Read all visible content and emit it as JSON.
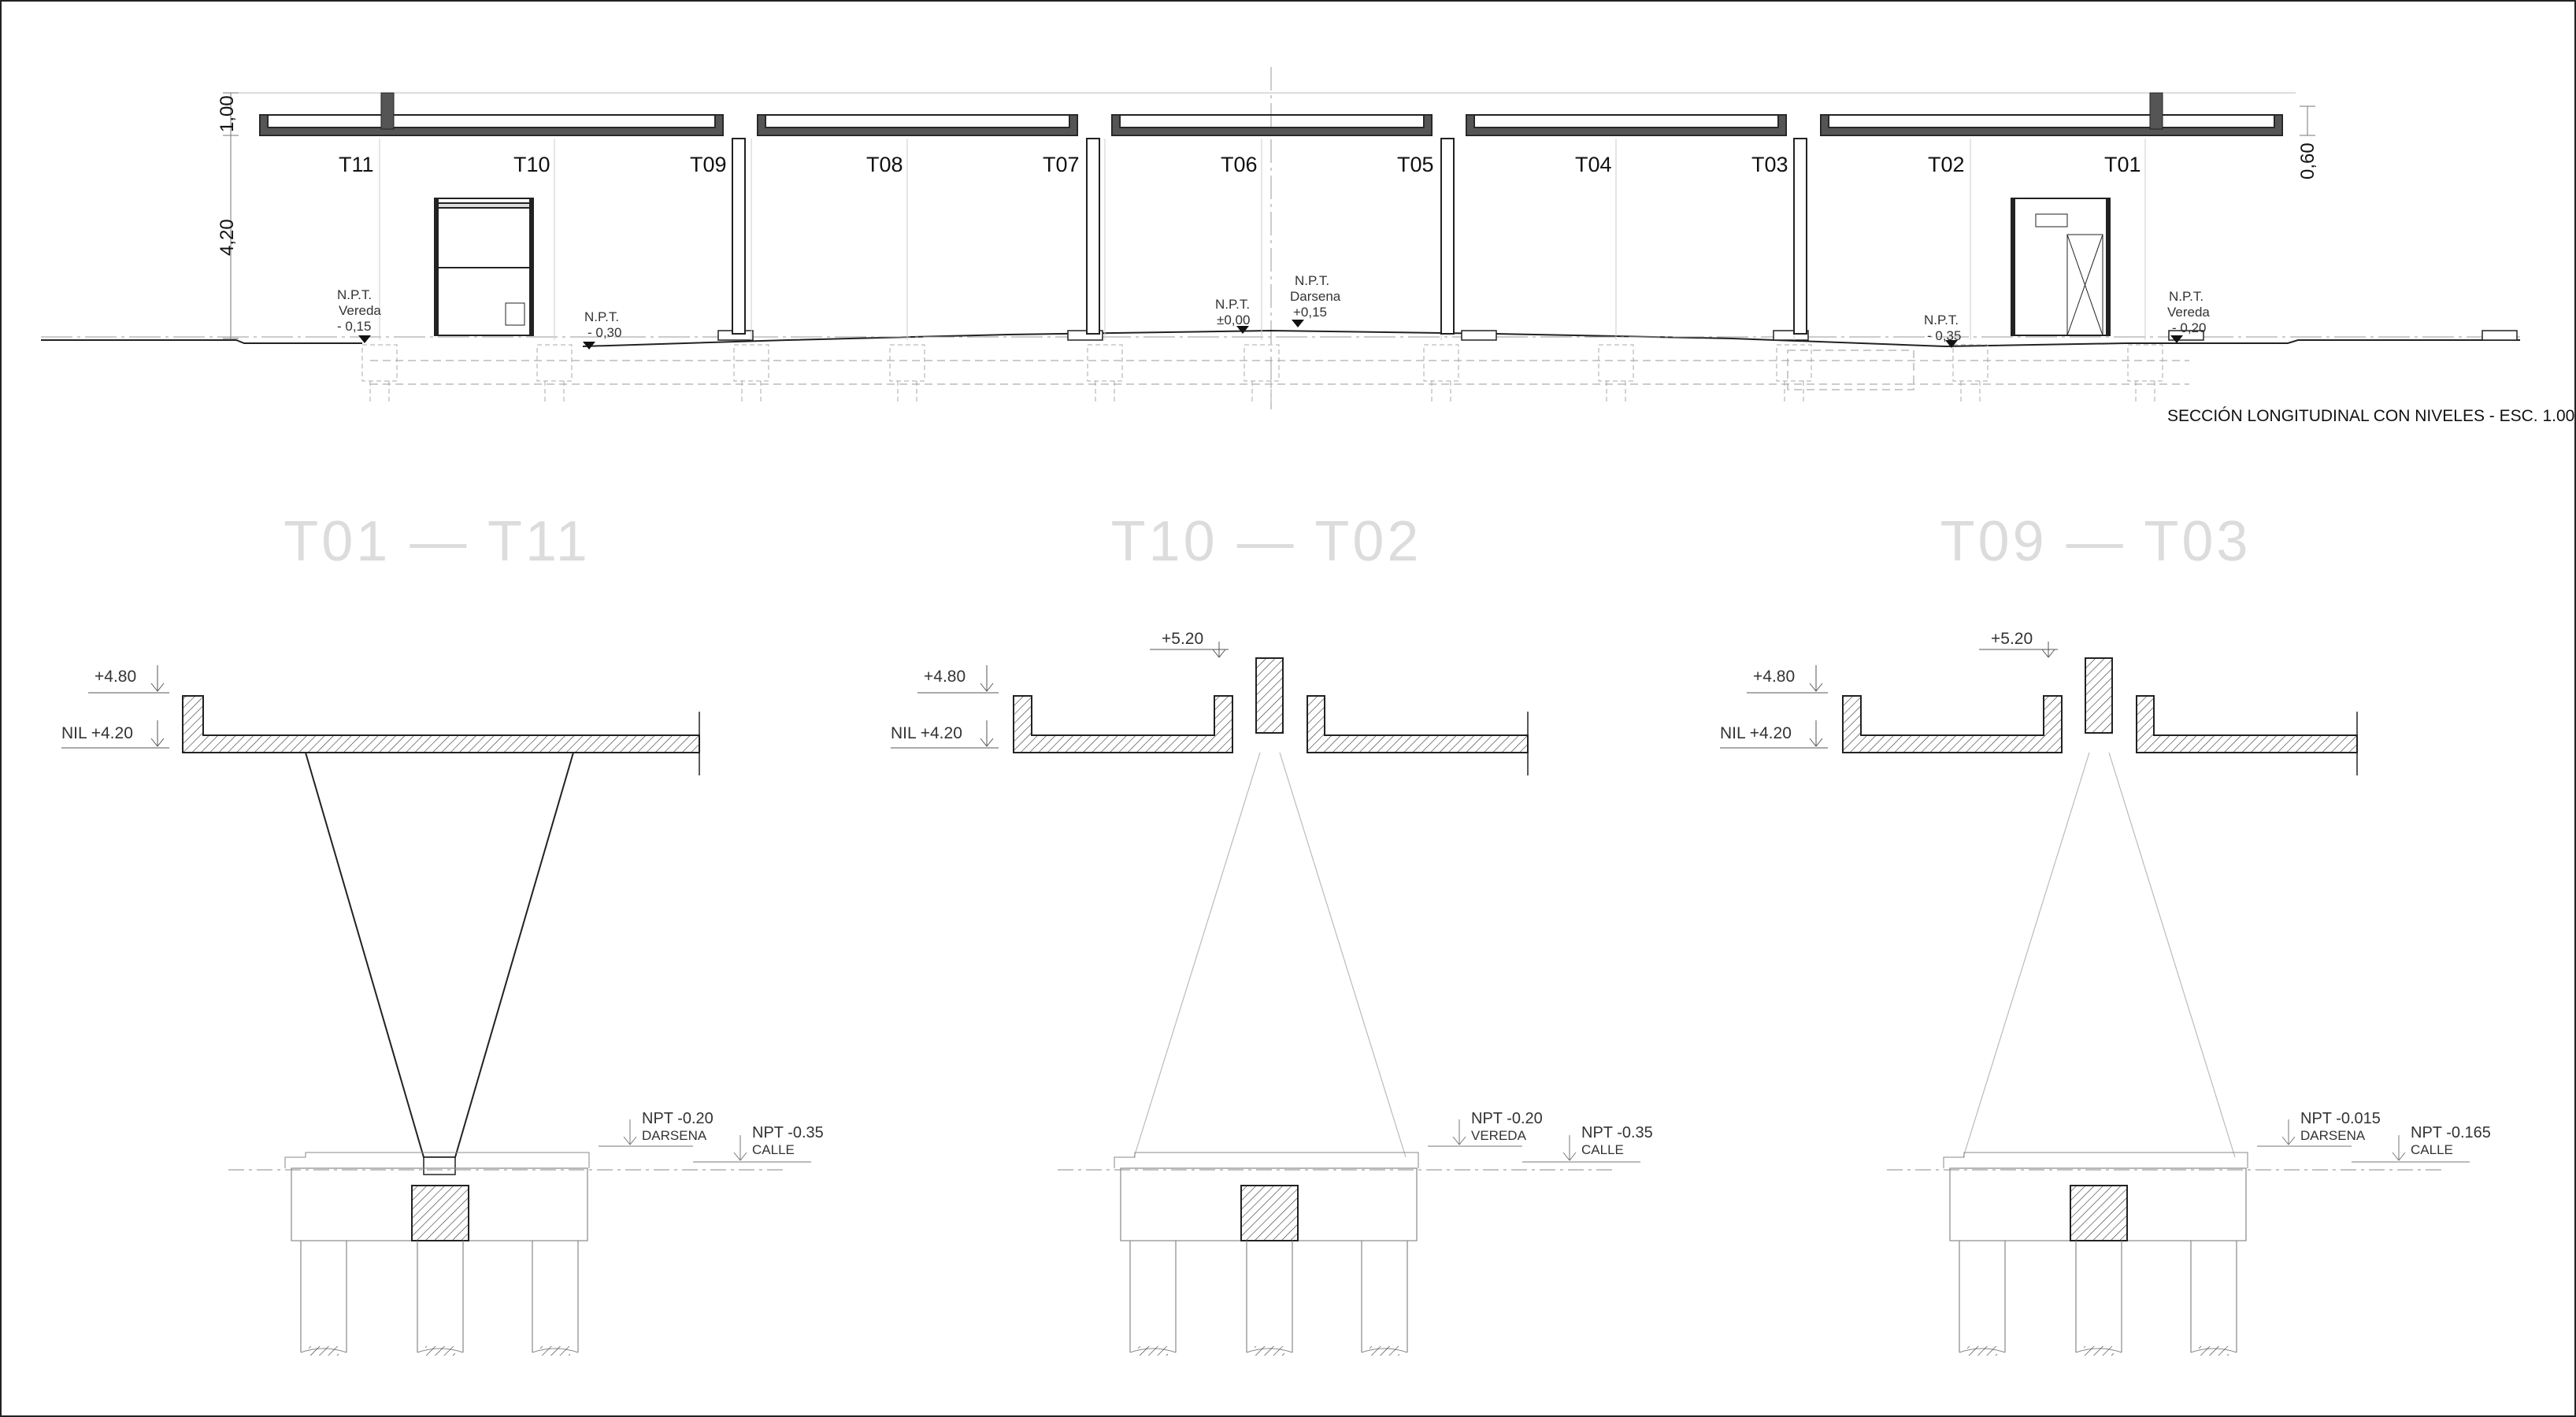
{
  "section": {
    "title": "SECCIÓN LONGITUDINAL CON NIVELES - ESC. 1.00",
    "dim_top": "1,00",
    "dim_height": "4,20",
    "dim_right": "0,60",
    "axes": [
      "T11",
      "T10",
      "T09",
      "T08",
      "T07",
      "T06",
      "T05",
      "T04",
      "T03",
      "T02",
      "T01"
    ],
    "levels": [
      {
        "l1": "N.P.T.",
        "l2": "Vereda",
        "l3": "- 0,15"
      },
      {
        "l1": "N.P.T.",
        "l2": "- 0,30",
        "l3": ""
      },
      {
        "l1": "N.P.T.",
        "l2": "±0,00",
        "l3": ""
      },
      {
        "l1": "N.P.T.",
        "l2": "Darsena",
        "l3": "+0,15"
      },
      {
        "l1": "N.P.T.",
        "l2": "- 0,35",
        "l3": ""
      },
      {
        "l1": "N.P.T.",
        "l2": "Vereda",
        "l3": "- 0,20"
      }
    ]
  },
  "details": [
    {
      "title": "T01  —  T11",
      "top": "+4.80",
      "nil": "NIL  +4.20",
      "npt1": "NPT  -0.20",
      "npt1_sub": "DARSENA",
      "npt2": "NPT  -0.35",
      "npt2_sub": "CALLE"
    },
    {
      "title": "T10  —  T02",
      "peak": "+5.20",
      "top": "+4.80",
      "nil": "NIL  +4.20",
      "npt1": "NPT  -0.20",
      "npt1_sub": "VEREDA",
      "npt2": "NPT  -0.35",
      "npt2_sub": "CALLE"
    },
    {
      "title": "T09  —  T03",
      "peak": "+5.20",
      "top": "+4.80",
      "nil": "NIL  +4.20",
      "npt1": "NPT  -0.015",
      "npt1_sub": "DARSENA",
      "npt2": "NPT  -0.165",
      "npt2_sub": "CALLE"
    }
  ]
}
